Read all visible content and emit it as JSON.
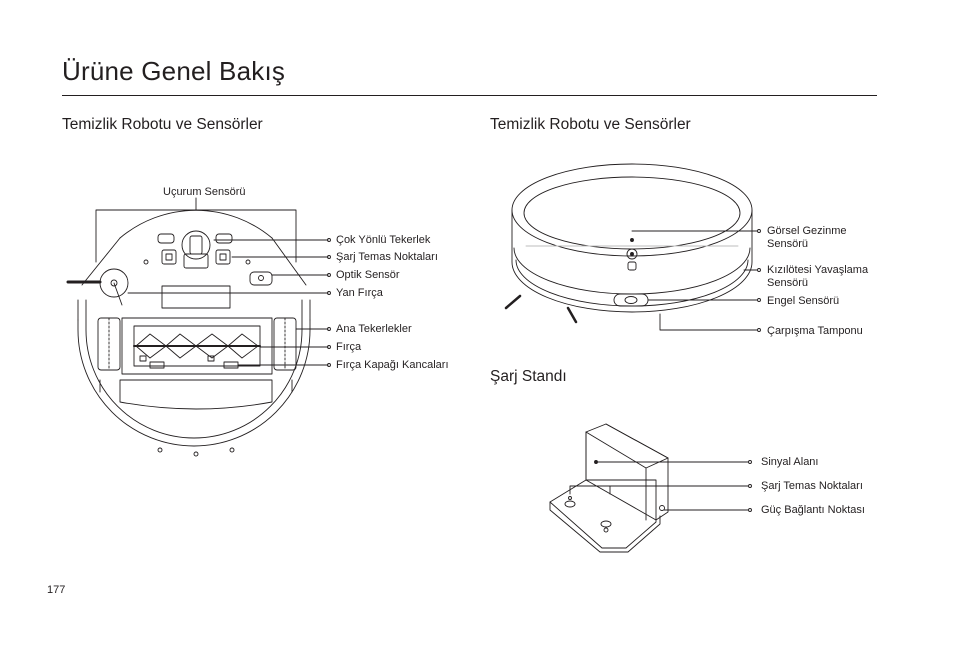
{
  "page": {
    "title": "Ürüne Genel Bakış",
    "page_number": "177"
  },
  "left_section": {
    "title": "Temizlik Robotu ve Sensörler",
    "top_label": "Uçurum Sensörü",
    "labels": [
      "Çok Yönlü Tekerlek",
      "Şarj Temas Noktaları",
      "Optik Sensör",
      "Yan Fırça",
      "Ana Tekerlekler",
      "Fırça",
      "Fırça Kapağı Kancaları"
    ]
  },
  "right_section": {
    "title": "Temizlik Robotu ve Sensörler",
    "labels": [
      {
        "line1": "Görsel Gezinme",
        "line2": "Sensörü"
      },
      {
        "line1": "Kızılötesi Yavaşlama",
        "line2": "Sensörü"
      },
      {
        "line1": "Engel Sensörü",
        "line2": ""
      },
      {
        "line1": "Çarpışma Tamponu",
        "line2": ""
      }
    ]
  },
  "dock_section": {
    "title": "Şarj Standı",
    "labels": [
      "Sinyal Alanı",
      "Şarj Temas Noktaları",
      "Güç Bağlantı Noktası"
    ]
  },
  "colors": {
    "text": "#231f20",
    "line": "#231f20",
    "light_gray": "#e6e6e6"
  }
}
